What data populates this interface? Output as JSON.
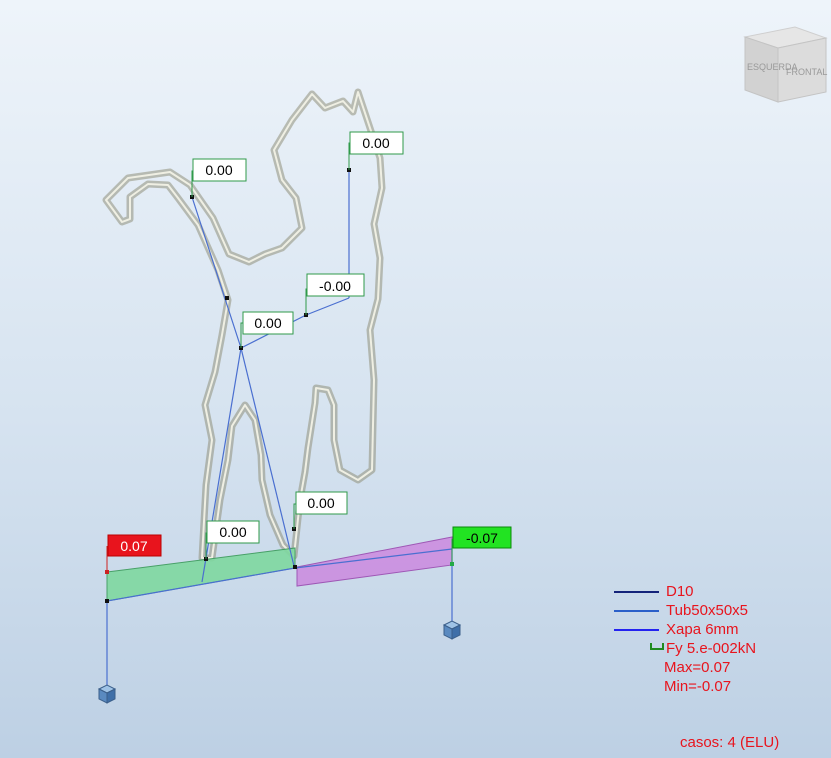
{
  "view_cube": {
    "left_face": "ESQUERDA",
    "front_face": "FRONTAL"
  },
  "member_labels": [
    {
      "id": "head",
      "value": "0.00"
    },
    {
      "id": "tail",
      "value": "0.00"
    },
    {
      "id": "mid-right",
      "value": "-0.00"
    },
    {
      "id": "center",
      "value": "0.00"
    },
    {
      "id": "lower-left",
      "value": "0.00"
    },
    {
      "id": "lower-right",
      "value": "0.00"
    }
  ],
  "extreme_labels": [
    {
      "id": "max",
      "value": "0.07",
      "color": "#e8141d",
      "text_color": "#ffffff"
    },
    {
      "id": "min",
      "value": "-0.07",
      "color": "#22e322",
      "text_color": "#000000"
    }
  ],
  "legend": {
    "items": [
      {
        "label": "D10",
        "color": "#14237a"
      },
      {
        "label": "Tub50x50x5",
        "color": "#2a5fc9"
      },
      {
        "label": "Xapa 6mm",
        "color": "#2323f0"
      }
    ],
    "force": "Fy  5.e-002kN",
    "force_color": "#1f8a1f",
    "max": "Max=0.07",
    "min": "Min=-0.07"
  },
  "cases": "casos: 4 (ELU)",
  "colors": {
    "outline": "#8f8f7a",
    "positive_fill": "#7fd8a0",
    "negative_fill": "#cc8ee0",
    "bar": "#4a6fd0",
    "label_border": "#2f9a4a"
  }
}
